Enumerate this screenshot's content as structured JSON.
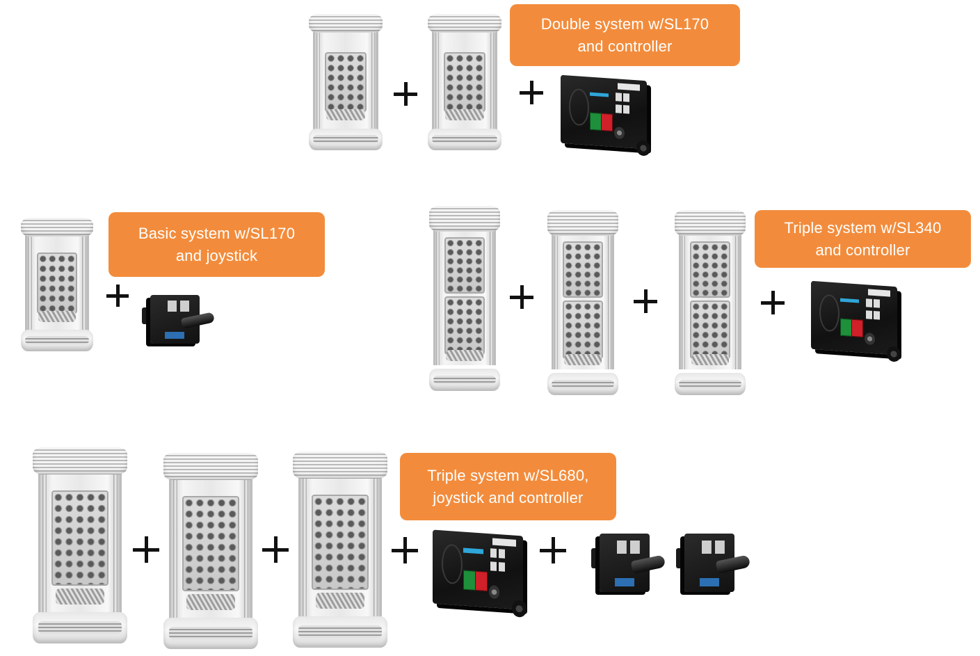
{
  "colors": {
    "label_bg": "#F28C3C",
    "label_text": "#FFFFFF",
    "plus": "#111111",
    "background": "#FFFFFF"
  },
  "groups": [
    {
      "name": "double-system-sl170",
      "label_lines": [
        "Double system w/SL170",
        "and controller"
      ],
      "components": [
        "thruster-sl170",
        "thruster-sl170",
        "controller"
      ]
    },
    {
      "name": "basic-system-sl170",
      "label_lines": [
        "Basic system w/SL170",
        "and joystick"
      ],
      "components": [
        "thruster-sl170",
        "joystick"
      ]
    },
    {
      "name": "triple-system-sl340",
      "label_lines": [
        "Triple system w/SL340",
        "and controller"
      ],
      "components": [
        "thruster-sl340",
        "thruster-sl340",
        "thruster-sl340",
        "controller"
      ]
    },
    {
      "name": "triple-system-sl680",
      "label_lines": [
        "Triple system w/SL680,",
        "joystick and controller"
      ],
      "components": [
        "thruster-sl680",
        "thruster-sl680",
        "thruster-sl680",
        "controller",
        "joystick",
        "joystick"
      ]
    }
  ]
}
